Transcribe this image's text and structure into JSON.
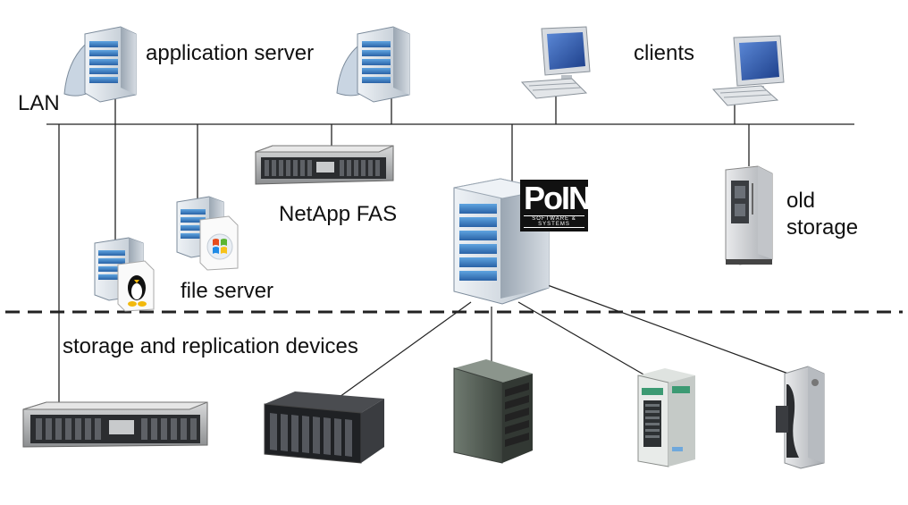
{
  "labels": {
    "lan": "LAN",
    "application_server": "application server",
    "clients": "clients",
    "netapp_fas": "NetApp FAS",
    "file_server": "file server",
    "old_storage_line1": "old",
    "old_storage_line2": "storage",
    "storage_devices": "storage and replication devices"
  },
  "logo": {
    "text_main": "PoINT",
    "text_sub": "SOFTWARE & SYSTEMS"
  },
  "icons": [
    "app-server-icon-1",
    "app-server-icon-2",
    "client-pc-icon-1",
    "client-pc-icon-2",
    "netapp-fas-icon",
    "linux-server-icon",
    "windows-server-icon",
    "point-server-icon",
    "old-storage-icon",
    "netapp-rack-icon",
    "disk-array-icon",
    "tower-storage-icon",
    "optical-jukebox-icon",
    "tape-library-icon"
  ],
  "colors": {
    "line": "#222222",
    "dashed": "#222222",
    "server_blue": "#3b7fc4"
  }
}
